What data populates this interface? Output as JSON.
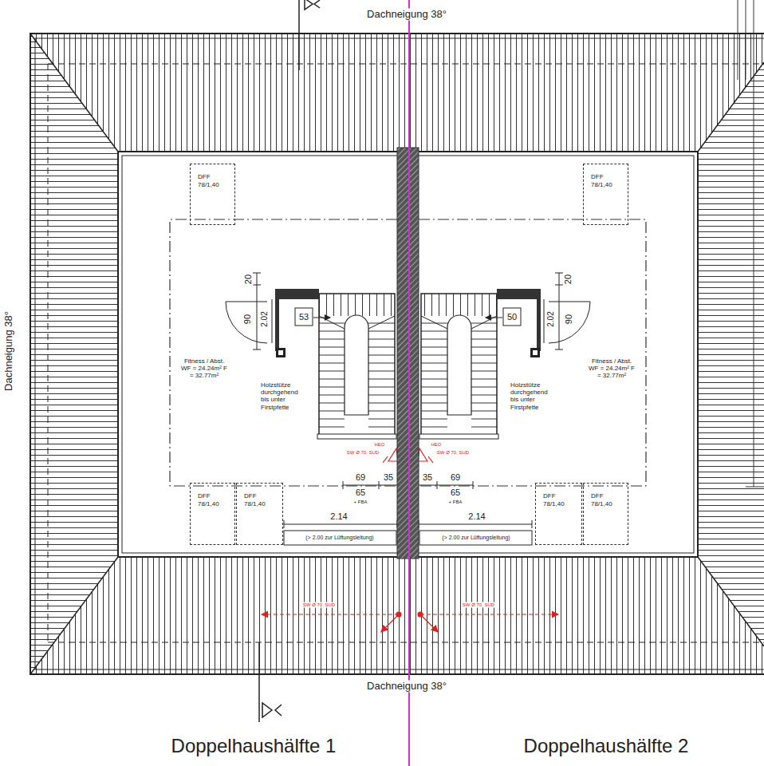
{
  "diagram": {
    "nodes": [
      {
        "text": [
          "DFF",
          "78/1,40"
        ]
      },
      {
        "text": [
          "DFF",
          "78/1,40"
        ]
      },
      {
        "text": [
          "DFF",
          "78/1,40"
        ]
      },
      {
        "text": [
          "DFF",
          "78/1,40"
        ]
      },
      {
        "text": [
          "DFF",
          "78/1,40"
        ]
      },
      {
        "text": [
          "DFF",
          "78/1,40"
        ]
      }
    ],
    "labels": [
      "Dachneigung 38°",
      "Dachneigung 38°",
      "Dachneigung 38°",
      "Doppelhaushälfte 1",
      "Doppelhaushälfte 2",
      "20",
      "90",
      "2.02",
      "53",
      "Fitness / Abst. WF = 24.24m² F = 32.77m²",
      "Holzstütze durchgehend bis unter Firstpfette",
      "HEO",
      "SW Ø 70, SUD",
      "69",
      "35",
      "65",
      "+ FBA",
      "2.14",
      "(> 2.00 zur Lüftungsleitung)",
      "20",
      "90",
      "2.02",
      "50",
      "Fitness / Abst. WF = 24.24m² F = 32.77m²",
      "Holzstütze durchgehend bis unter Firstpfette",
      "HEO",
      "SW Ø 70, SUD",
      "35",
      "69",
      "65",
      "+ FBA",
      "2.14",
      "(> 2.00 zur Lüftungsleitung)",
      "SW Ø 70, SUD",
      "SW Ø 70, SUD"
    ]
  }
}
